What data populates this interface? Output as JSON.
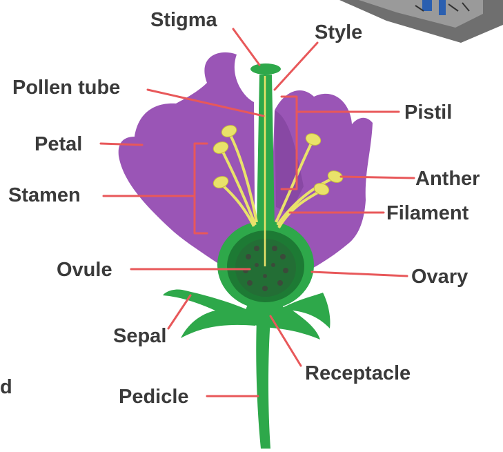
{
  "diagram": {
    "labels": {
      "stigma": "Stigma",
      "style": "Style",
      "pollen_tube": "Pollen tube",
      "pistil": "Pistil",
      "petal": "Petal",
      "anther": "Anther",
      "stamen": "Stamen",
      "filament": "Filament",
      "ovule": "Ovule",
      "ovary": "Ovary",
      "sepal": "Sepal",
      "receptacle": "Receptacle",
      "pedicle": "Pedicle",
      "edge_fragment": "d"
    },
    "colors": {
      "petal": "#9a55b6",
      "petal_shadow": "#7a3e96",
      "green": "#2ea84a",
      "green_dark": "#1d7a34",
      "anther": "#e9e26a",
      "leader": "#e8585a",
      "text": "#3a3a3a"
    }
  }
}
